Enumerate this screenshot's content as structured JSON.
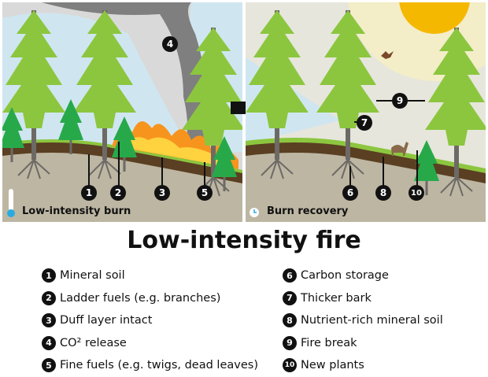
{
  "left_panel": {
    "label": "Low-intensity burn",
    "icon": "thermometer-icon",
    "markers": [
      "1",
      "2",
      "3",
      "4",
      "5"
    ]
  },
  "right_panel": {
    "label": "Burn recovery",
    "icon": "clock-icon",
    "markers": [
      "6",
      "7",
      "8",
      "9",
      "10"
    ]
  },
  "title": "Low-intensity fire",
  "legend": [
    {
      "num": "1",
      "text": "Mineral soil"
    },
    {
      "num": "2",
      "text": "Ladder fuels (e.g. branches)"
    },
    {
      "num": "3",
      "text": "Duff layer intact"
    },
    {
      "num": "4",
      "text": "CO² release"
    },
    {
      "num": "5",
      "text": "Fine fuels (e.g. twigs, dead leaves)"
    },
    {
      "num": "6",
      "text": "Carbon storage"
    },
    {
      "num": "7",
      "text": "Thicker bark"
    },
    {
      "num": "8",
      "text": "Nutrient-rich mineral soil"
    },
    {
      "num": "9",
      "text": "Fire break"
    },
    {
      "num": "10",
      "text": "New plants"
    }
  ],
  "colors": {
    "sky": "#cfe6f0",
    "soil": "#bdb6a3",
    "duff": "#5a3f22",
    "grass": "#8cc63f",
    "fire": "#f7941d",
    "smoke": "#888888",
    "sun": "#f5b800"
  }
}
